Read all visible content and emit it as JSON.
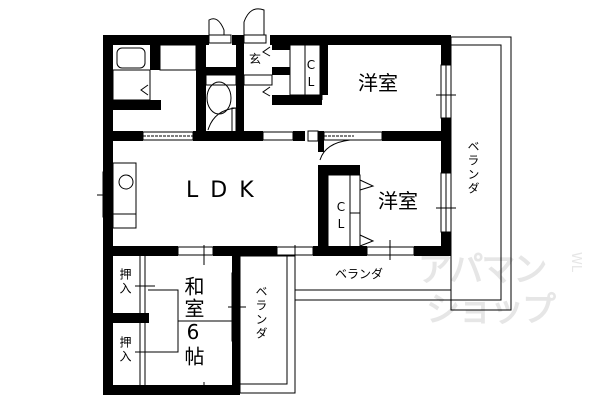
{
  "floorplan": {
    "rooms": {
      "ldk": "LDK",
      "western_room_1": "洋室",
      "western_room_2": "洋室",
      "japanese_room": "和室6帖",
      "entrance": "玄",
      "closet_1": "CL",
      "closet_2": "CL",
      "oshiire_1": "押入",
      "oshiire_2": "押入"
    },
    "balconies": {
      "right": "ベランダ",
      "middle": "ベランダ",
      "bottom_left": "ベランダ"
    },
    "watermark": {
      "line1": "アパマン",
      "line2": "ショップ",
      "superscript": "WL"
    },
    "colors": {
      "wall": "#000000",
      "background": "#ffffff",
      "watermark": "#e6e6e6"
    }
  }
}
